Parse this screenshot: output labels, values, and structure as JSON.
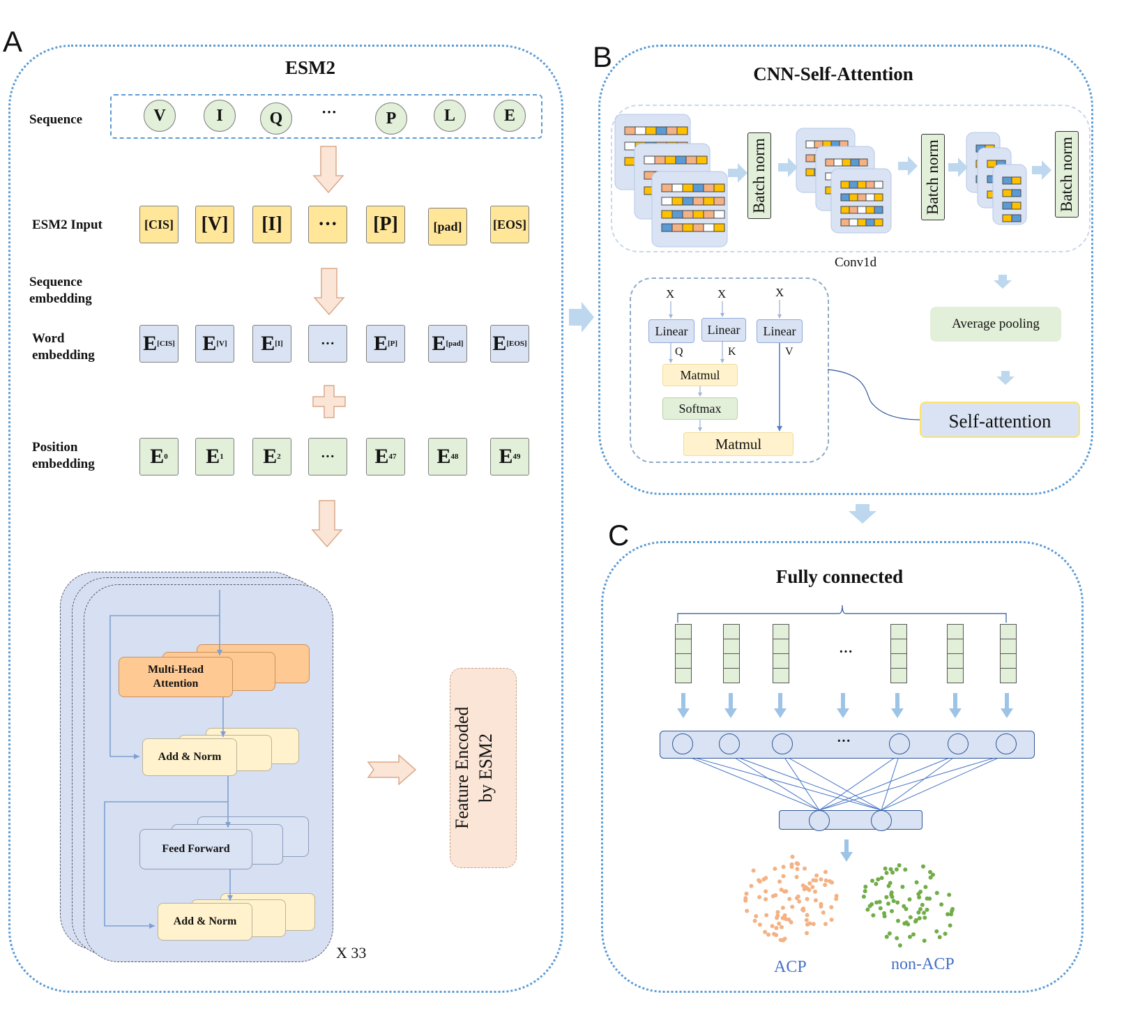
{
  "panels": {
    "a_letter": "A",
    "b_letter": "B",
    "c_letter": "C"
  },
  "esm2": {
    "title": "ESM2",
    "row_labels": {
      "sequence": "Sequence",
      "input": "ESM2  Input",
      "seq_embedding": "Sequence\nembedding",
      "word_embedding": "Word\nembedding",
      "position_embedding": "Position\nembedding"
    },
    "sequence": [
      "V",
      "I",
      "Q",
      "···",
      "P",
      "L",
      "E"
    ],
    "inputs": [
      "[CIS]",
      "[V]",
      "[I]",
      "···",
      "[P]",
      "[pad]",
      "[EOS]"
    ],
    "word_embeddings": [
      {
        "base": "E",
        "sub": "[CIS]"
      },
      {
        "base": "E",
        "sub": "[V]"
      },
      {
        "base": "E",
        "sub": "[I]"
      },
      {
        "base": "···",
        "sub": ""
      },
      {
        "base": "E",
        "sub": "[P]"
      },
      {
        "base": "E",
        "sub": "[pad]"
      },
      {
        "base": "E",
        "sub": "[EOS]"
      }
    ],
    "position_embeddings": [
      {
        "base": "E",
        "sub": "0"
      },
      {
        "base": "E",
        "sub": "1"
      },
      {
        "base": "E",
        "sub": "2"
      },
      {
        "base": "···",
        "sub": ""
      },
      {
        "base": "E",
        "sub": "47"
      },
      {
        "base": "E",
        "sub": "48"
      },
      {
        "base": "E",
        "sub": "49"
      }
    ],
    "transformer": {
      "multi_head": "Multi-Head\nAttention",
      "add_norm_1": "Add & Norm",
      "feed_forward": "Feed Forward",
      "add_norm_2": "Add & Norm",
      "repeat": "X 33"
    },
    "feature_box": "Feature Encoded\nby ESM2"
  },
  "cnn": {
    "title": "CNN-Self-Attention",
    "batch_norm": "Batch norm",
    "conv_label": "Conv1d",
    "attention": {
      "x_label": "X",
      "linear": "Linear",
      "q": "Q",
      "k": "K",
      "v": "V",
      "matmul_1": "Matmul",
      "softmax": "Softmax",
      "matmul_2": "Matmul"
    },
    "average_pooling": "Average pooling",
    "self_attention": "Self-attention"
  },
  "fc": {
    "title": "Fully connected",
    "ellipsis": "···",
    "acp_label": "ACP",
    "non_acp_label": "non-ACP"
  },
  "colors": {
    "panel_border": "#5b9bd5",
    "yellow": "#ffe699",
    "green": "#e2efd9",
    "light_blue": "#dae3f3",
    "orange": "#ffc994",
    "acp": "#f4b183",
    "non_acp": "#70ad47",
    "label_blue": "#4472c4"
  }
}
